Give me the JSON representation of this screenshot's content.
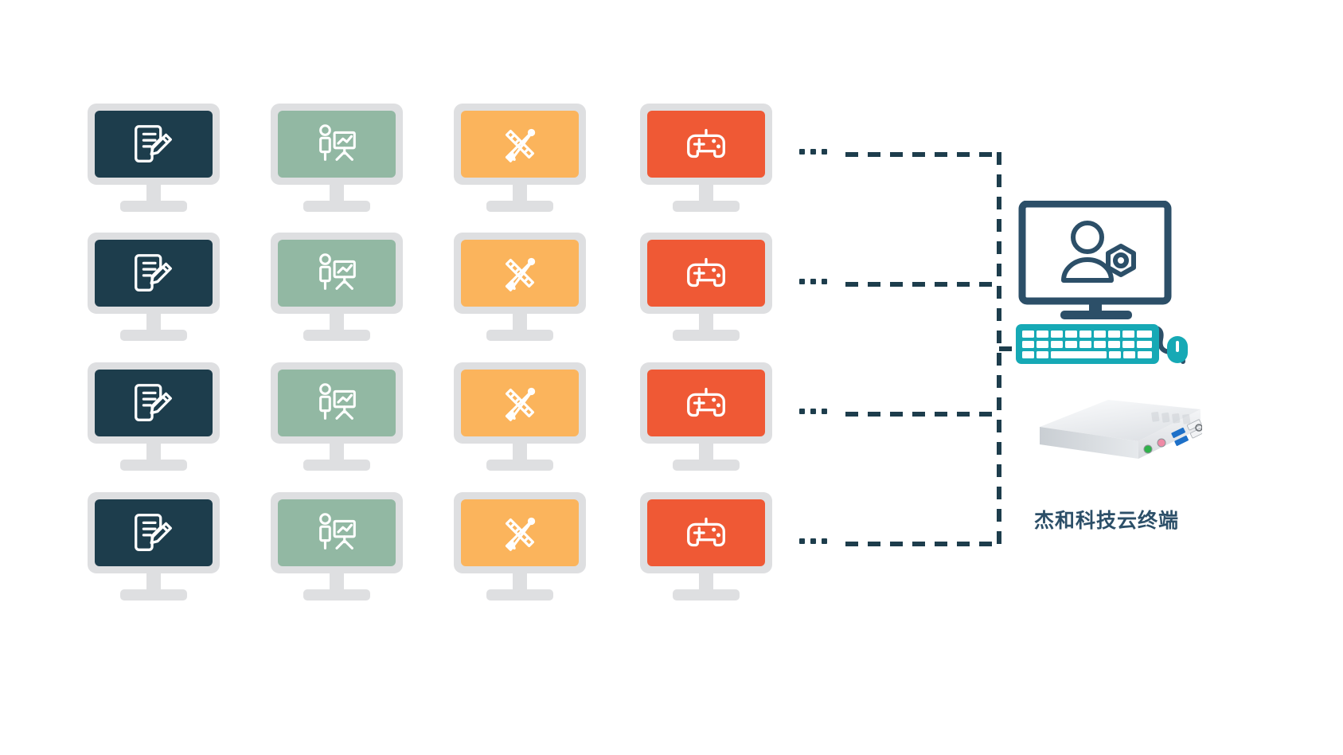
{
  "diagram": {
    "title": "Cloud terminal thin-client deployment diagram",
    "background_color": "#ffffff",
    "connector_color": "#1d3d4c",
    "connector_style": "dashed"
  },
  "clients": {
    "rows": 4,
    "columns": 4,
    "frame_color": "#dedfe1",
    "types": [
      {
        "id": "document-editing",
        "icon": "document-pencil-icon",
        "screen_color": "#1d3d4c",
        "icon_color": "#ffffff",
        "label": "Document editing workstation"
      },
      {
        "id": "presentation",
        "icon": "presentation-board-icon",
        "screen_color": "#92b8a3",
        "icon_color": "#ffffff",
        "label": "Presentation / training workstation"
      },
      {
        "id": "design",
        "icon": "ruler-pencil-icon",
        "screen_color": "#fbb45c",
        "icon_color": "#ffffff",
        "label": "Design workstation"
      },
      {
        "id": "gaming",
        "icon": "gamepad-icon",
        "screen_color": "#ef5935",
        "icon_color": "#ffffff",
        "label": "Gaming / entertainment workstation"
      }
    ],
    "row_ellipsis": "···"
  },
  "server": {
    "label": "杰和科技云终端",
    "label_color": "#2c4f68",
    "admin_monitor": {
      "icon": "user-gear-icon",
      "frame_color": "#2c4f68",
      "screen_color": "#ffffff"
    },
    "keyboard": {
      "color": "#16a9b5",
      "key_color": "#ffffff",
      "rows": 4,
      "keys_per_row": 14
    },
    "mouse": {
      "color": "#16a9b5",
      "cable_color": "#2c4f68"
    },
    "thin_client": {
      "name": "cloud-terminal-device",
      "body_color": "#e8eaec",
      "ports": [
        {
          "name": "headphone-jack",
          "color": "#2fb24a"
        },
        {
          "name": "microphone-jack",
          "color": "#ef8aa6"
        },
        {
          "name": "usb3-port-1",
          "color": "#1e70c8"
        },
        {
          "name": "usb3-port-2",
          "color": "#1e70c8"
        },
        {
          "name": "usb2-port-1",
          "color": "#f2f3f5"
        },
        {
          "name": "usb2-port-2",
          "color": "#f2f3f5"
        },
        {
          "name": "power-button",
          "color": "#6b7075"
        }
      ]
    }
  }
}
